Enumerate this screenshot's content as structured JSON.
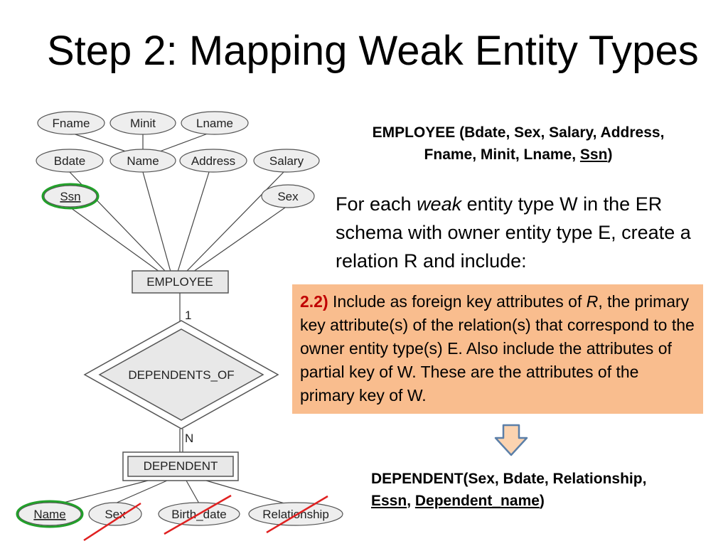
{
  "title": "Step 2: Mapping Weak Entity Types",
  "er_diagram": {
    "attributes_employee": [
      "Fname",
      "Minit",
      "Lname",
      "Bdate",
      "Name",
      "Address",
      "Salary",
      "Ssn",
      "Sex"
    ],
    "entity_employee": "EMPLOYEE",
    "relationship": "DEPENDENTS_OF",
    "cardinality_employee": "1",
    "cardinality_dependent": "N",
    "entity_dependent": "DEPENDENT",
    "attributes_dependent": [
      "Name",
      "Sex",
      "Birth_date",
      "Relationship"
    ],
    "highlight_color": "#22a02a",
    "strike_color": "#e02020"
  },
  "employee_schema": {
    "prefix": "EMPLOYEE (Bdate, Sex, Salary, Address,",
    "line2": "Fname, Minit, Lname, ",
    "key": "Ssn",
    "close": ")"
  },
  "rule": {
    "part1": "For each ",
    "weak": "weak",
    "part2": " entity type W in the ER schema with owner entity type E, create a relation R and include:"
  },
  "box": {
    "num": "2.2)",
    "text1": " Include as foreign key attributes of ",
    "r": "R",
    "text2": ", the primary key attribute(s) of the relation(s) that correspond to the owner entity type(s) E. Also include the attributes of partial key of W. These are the attributes of the primary key of W.",
    "bg_color": "#f9bd8e",
    "num_color": "#c00000"
  },
  "arrow": {
    "fill": "#fbd3b0",
    "stroke": "#5b7fa8"
  },
  "dependent_schema": {
    "prefix": "DEPENDENT(Sex, Bdate, Relationship,",
    "key1": "Essn",
    "sep": ", ",
    "key2": "Dependent_name",
    "close": ")"
  }
}
